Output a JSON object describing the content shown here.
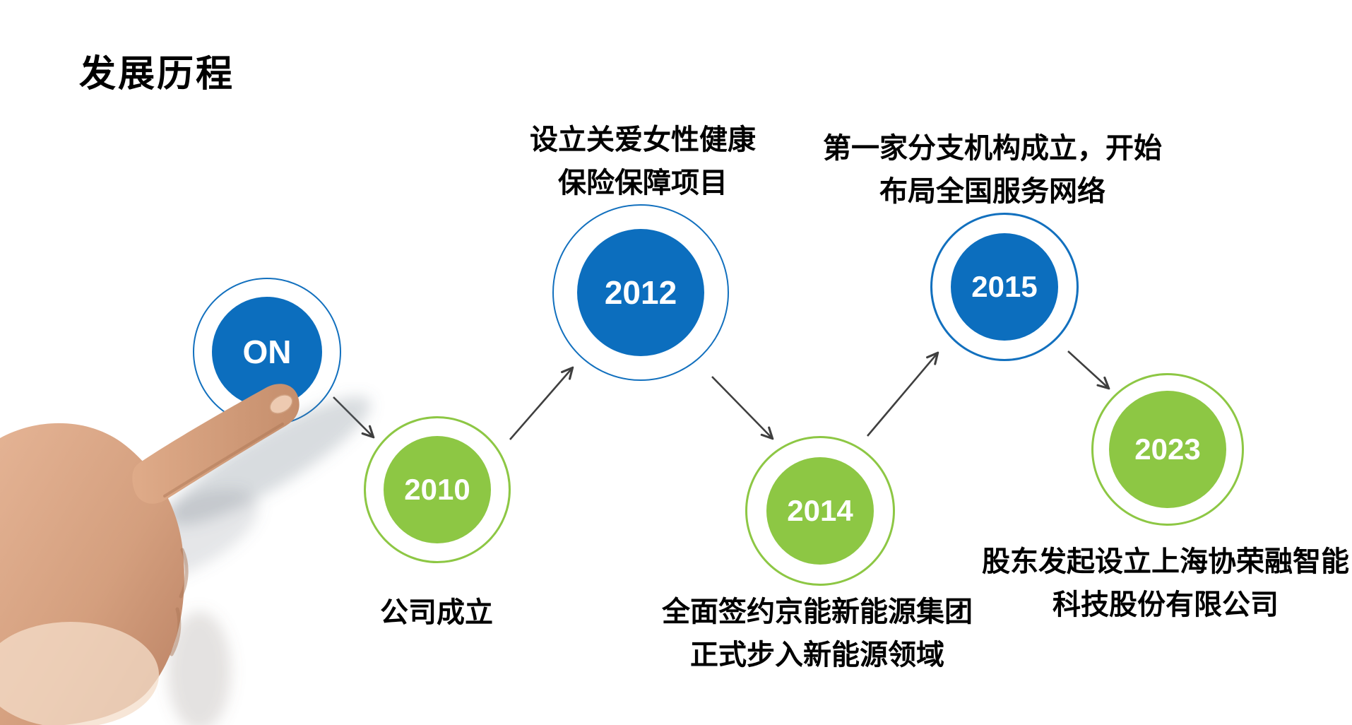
{
  "title": "发展历程",
  "colors": {
    "blue": "#0c6ebe",
    "blue_ring": "#1270be",
    "green": "#8dc744",
    "arrow": "#3f3f3f",
    "text": "#000000",
    "year_text": "#ffffff"
  },
  "nodes": [
    {
      "label": "ON",
      "color": "blue",
      "caption": []
    },
    {
      "label": "2010",
      "color": "green",
      "caption": [
        "公司成立"
      ]
    },
    {
      "label": "2012",
      "color": "blue",
      "caption": [
        "设立关爱女性健康",
        "保险保障项目"
      ]
    },
    {
      "label": "2014",
      "color": "green",
      "caption": [
        "全面签约京能新能源集团",
        "正式步入新能源领域"
      ]
    },
    {
      "label": "2015",
      "color": "blue",
      "caption": [
        "第一家分支机构成立，开始",
        "布局全国服务网络"
      ]
    },
    {
      "label": "2023",
      "color": "green",
      "caption": [
        "股东发起设立上海协荣融智能",
        "科技股份有限公司"
      ]
    }
  ],
  "connections": [
    [
      "ON",
      "2010"
    ],
    [
      "2010",
      "2012"
    ],
    [
      "2012",
      "2014"
    ],
    [
      "2014",
      "2015"
    ],
    [
      "2015",
      "2023"
    ]
  ]
}
